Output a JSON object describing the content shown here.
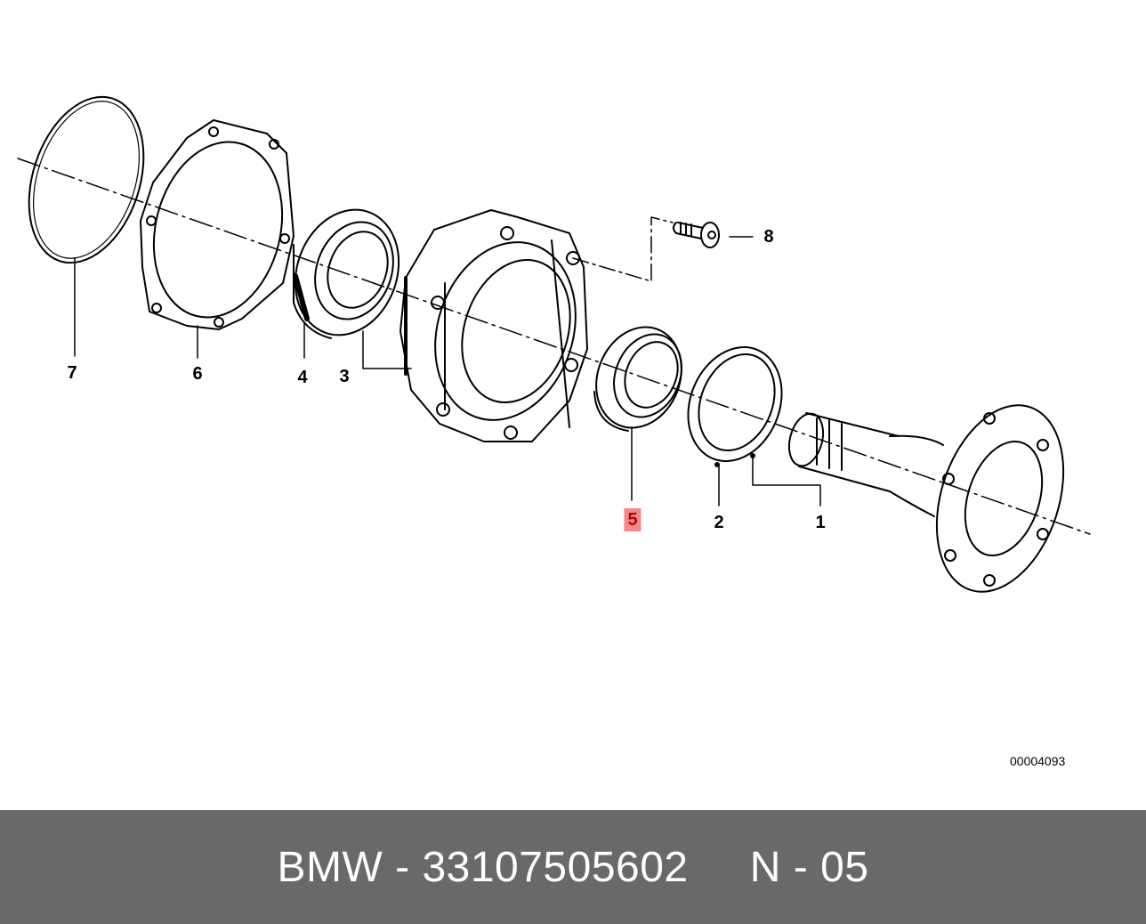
{
  "callouts": {
    "1": "1",
    "2": "2",
    "3": "3",
    "4": "4",
    "5": "5",
    "6": "6",
    "7": "7",
    "8": "8"
  },
  "highlighted_part": "5",
  "highlight_color": "#f08a8a",
  "drawing_number": "00004093",
  "footer": {
    "brand": "BMW",
    "separator": " - ",
    "part_number": "33107505602",
    "position_label": "N - 05",
    "background_color": "#696969",
    "text_color": "#ffffff"
  },
  "icons": [
    "o-ring",
    "gasket",
    "ball-bearing",
    "housing",
    "shaft-seal",
    "circlip",
    "output-flange-shaft",
    "hex-bolt"
  ]
}
